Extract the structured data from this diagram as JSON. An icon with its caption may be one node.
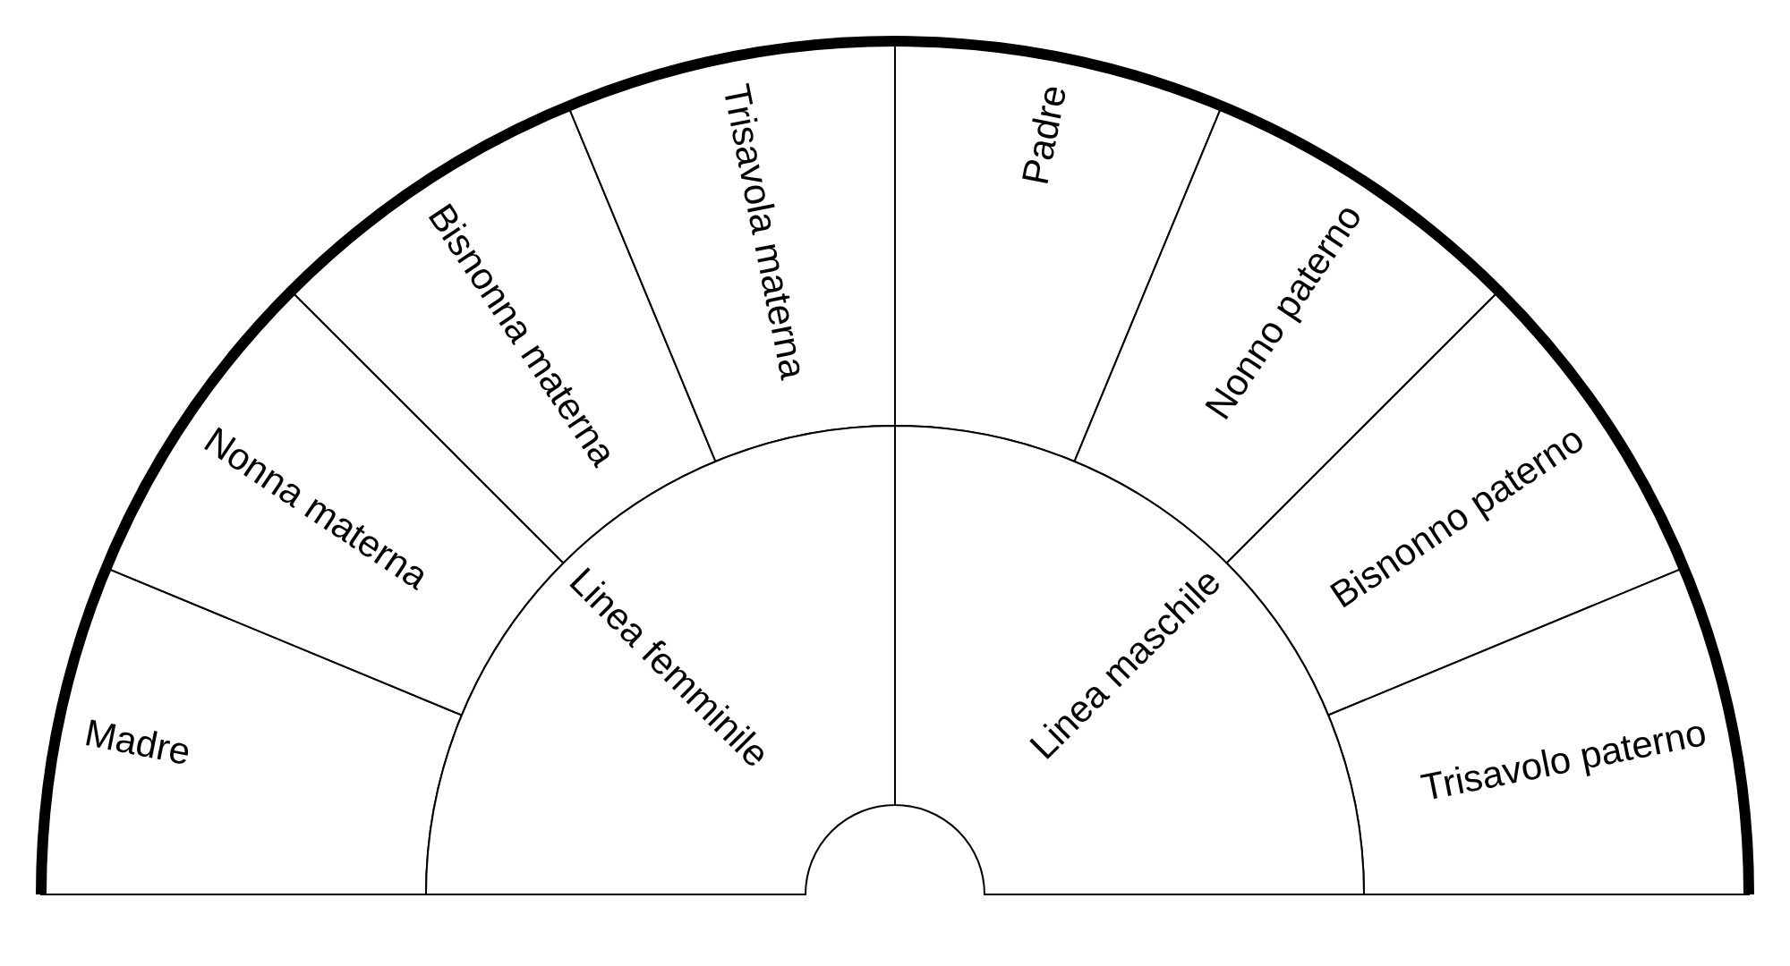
{
  "diagram": {
    "nodes": [
      {
        "text": [
          "Madre"
        ]
      },
      {
        "text": [
          "Nonna materna"
        ]
      },
      {
        "text": [
          "Bisnonna materna"
        ]
      },
      {
        "text": [
          "Trisavola materna"
        ]
      },
      {
        "text": [
          "Padre"
        ]
      },
      {
        "text": [
          "Nonno paterno"
        ]
      },
      {
        "text": [
          "Bisnonno paterno"
        ]
      },
      {
        "text": [
          "Trisavolo paterno"
        ]
      },
      {
        "text": [
          "Linea femminile"
        ]
      },
      {
        "text": [
          "Linea maschile"
        ]
      }
    ]
  }
}
